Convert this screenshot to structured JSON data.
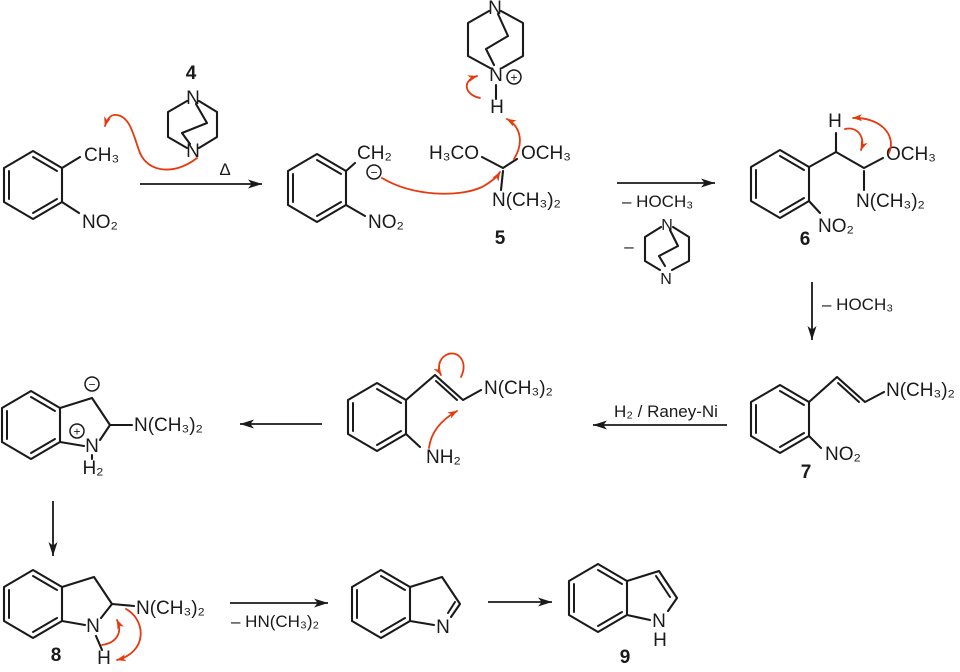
{
  "colors": {
    "ink": "#1a1a1a",
    "arrow_red": "#e8380d",
    "background": "#ffffff"
  },
  "compound_labels": {
    "c4": "4",
    "c5": "5",
    "c6": "6",
    "c7": "7",
    "c8": "8",
    "c9": "9"
  },
  "formulas": {
    "ch3": "CH₃",
    "no2": "NO₂",
    "ch2": "CH₂",
    "h3co": "H₃CO",
    "och3": "OCH₃",
    "nch32": "N(CH₃)₂",
    "nh2": "NH₂",
    "n": "N",
    "h": "H",
    "h2": "H₂"
  },
  "charges": {
    "plus": "+",
    "minus": "−"
  },
  "step_labels": {
    "delta": "Δ",
    "minus_hoch3": "– HOCH₃",
    "minus": "–",
    "h2_raney_ni": "H₂ / Raney-Ni",
    "minus_hnch32": "– HN(CH₃)₂"
  }
}
